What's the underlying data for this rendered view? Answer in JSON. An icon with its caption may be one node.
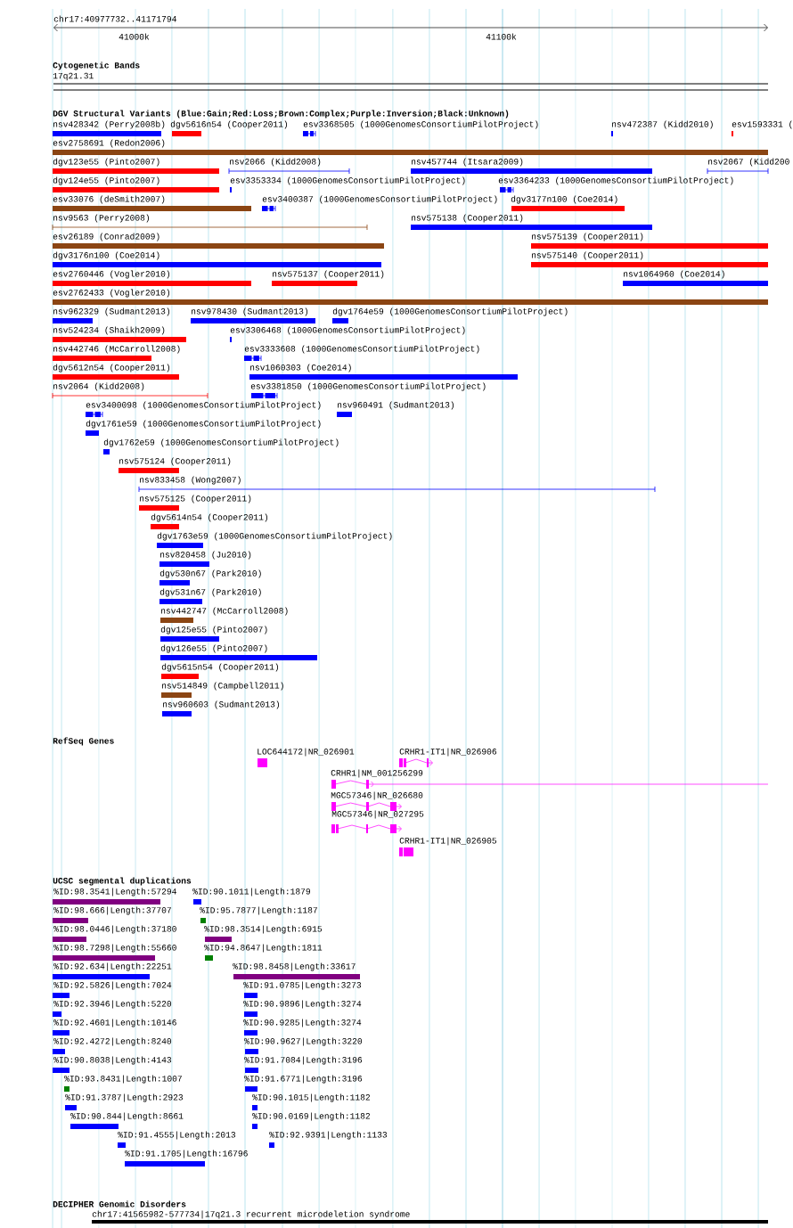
{
  "diagram": {
    "labels": [
      "chr17:40977732..41171794",
      "41000k",
      "41100k",
      "Cytogenetic Bands",
      "17q21.31",
      "DGV Structural Variants (Blue:Gain;Red:Loss;Brown:Complex;Purple:Inversion;Black:Unknown)",
      "nsv428342 (Perry2008b)",
      "dgv5616n54 (Cooper2011)",
      "esv3368505 (1000GenomesConsortiumPilotProject)",
      "nsv472387 (Kidd2010)",
      "esv1593331 (",
      "esv2758691 (Redon2006)",
      "dgv123e55 (Pinto2007)",
      "nsv2066 (Kidd2008)",
      "nsv457744 (Itsara2009)",
      "nsv2067 (Kidd200",
      "dgv124e55 (Pinto2007)",
      "esv3353334 (1000GenomesConsortiumPilotProject)",
      "esv3364233 (1000GenomesConsortiumPilotProject)",
      "esv33076 (deSmith2007)",
      "esv3400387 (1000GenomesConsortiumPilotProject)",
      "dgv3177n100 (Coe2014)",
      "nsv9563 (Perry2008)",
      "nsv575138 (Cooper2011)",
      "esv26189 (Conrad2009)",
      "nsv575139 (Cooper2011)",
      "dgv3176n100 (Coe2014)",
      "nsv575140 (Cooper2011)",
      "esv2760446 (Vogler2010)",
      "nsv575137 (Cooper2011)",
      "nsv1064960 (Coe2014)",
      "esv2762433 (Vogler2010)",
      "nsv962329 (Sudmant2013)",
      "nsv978430 (Sudmant2013)",
      "dgv1764e59 (1000GenomesConsortiumPilotProject)",
      "nsv524234 (Shaikh2009)",
      "esv3306468 (1000GenomesConsortiumPilotProject)",
      "nsv442746 (McCarroll2008)",
      "esv3333608 (1000GenomesConsortiumPilotProject)",
      "dgv5612n54 (Cooper2011)",
      "nsv1060303 (Coe2014)",
      "nsv2064 (Kidd2008)",
      "esv3381850 (1000GenomesConsortiumPilotProject)",
      "esv3400098 (1000GenomesConsortiumPilotProject)",
      "nsv960491 (Sudmant2013)",
      "dgv1761e59 (1000GenomesConsortiumPilotProject)",
      "dgv1762e59 (1000GenomesConsortiumPilotProject)",
      "nsv575124 (Cooper2011)",
      "nsv833458 (Wong2007)",
      "nsv575125 (Cooper2011)",
      "dgv5614n54 (Cooper2011)",
      "dgv1763e59 (1000GenomesConsortiumPilotProject)",
      "nsv820458 (Ju2010)",
      "dgv530n67 (Park2010)",
      "dgv531n67 (Park2010)",
      "nsv442747 (McCarroll2008)",
      "dgv125e55 (Pinto2007)",
      "dgv126e55 (Pinto2007)",
      "dgv5615n54 (Cooper2011)",
      "nsv514849 (Campbell2011)",
      "nsv960603 (Sudmant2013)",
      "RefSeq Genes",
      "LOC644172|NR_026901",
      "CRHR1-IT1|NR_026906",
      "CRHR1|NM_001256299",
      "MGC57346|NR_026680",
      "MGC57346|NR_027295",
      "CRHR1-IT1|NR_026905",
      "UCSC segmental duplications",
      "%ID:98.3541|Length:57294",
      "%ID:90.1011|Length:1879",
      "%ID:98.666|Length:37707",
      "%ID:95.7877|Length:1187",
      "%ID:98.0446|Length:37180",
      "%ID:98.3514|Length:6915",
      "%ID:98.7298|Length:55660",
      "%ID:94.8647|Length:1811",
      "%ID:92.634|Length:22251",
      "%ID:98.8458|Length:33617",
      "%ID:92.5826|Length:7024",
      "%ID:91.0785|Length:3273",
      "%ID:92.3946|Length:5220",
      "%ID:90.9896|Length:3274",
      "%ID:92.4601|Length:10146",
      "%ID:90.9285|Length:3274",
      "%ID:92.4272|Length:8240",
      "%ID:90.9627|Length:3220",
      "%ID:90.8038|Length:4143",
      "%ID:91.7084|Length:3196",
      "%ID:93.8431|Length:1007",
      "%ID:91.6771|Length:3196",
      "%ID:91.3787|Length:2923",
      "%ID:90.1015|Length:1182",
      "%ID:90.844|Length:8661",
      "%ID:90.0169|Length:1182",
      "%ID:91.4555|Length:2013",
      "%ID:92.9391|Length:1133",
      "%ID:91.1705|Length:16796",
      "DECIPHER Genomic Disorders",
      "chr17:41565982-577734|17q21.3 recurrent microdeletion syndrome"
    ]
  }
}
